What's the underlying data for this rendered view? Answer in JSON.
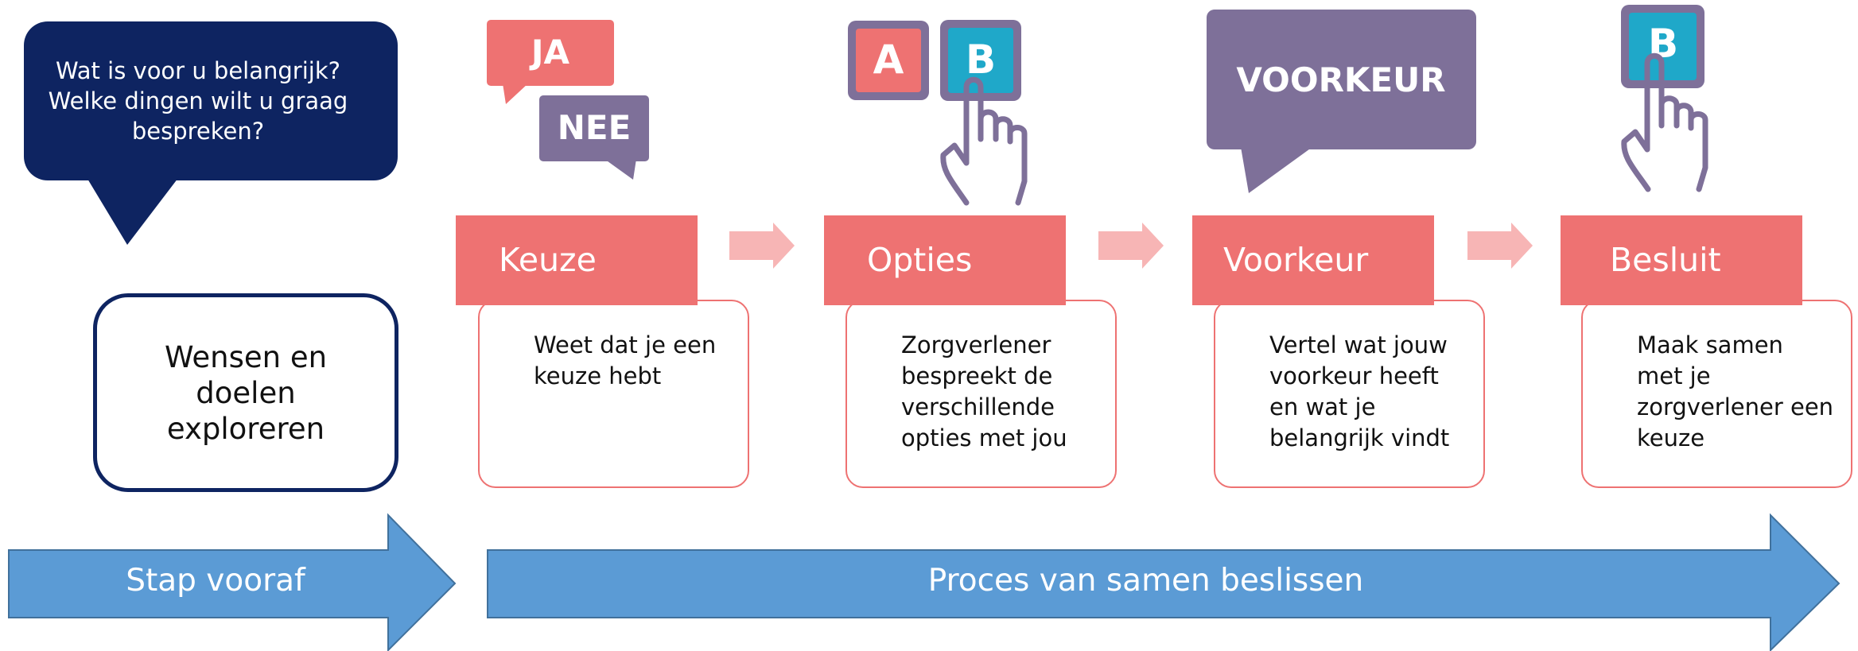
{
  "colors": {
    "navy": "#0E2461",
    "coral": "#EE7272",
    "light_arrow": "#F7B5B5",
    "purple": "#7E7099",
    "teal": "#1FA8C9",
    "blue_arrow": "#5B9BD5"
  },
  "speech_bubble": {
    "text": "Wat is voor u belangrijk? Welke dingen wilt u graag bespreken?"
  },
  "pre_step": {
    "label": "Wensen en\ndoelen\nexploreren"
  },
  "steps": [
    {
      "title": "Keuze",
      "description": "Weet dat je een keuze hebt",
      "icon": "ja-nee-speech-icon"
    },
    {
      "title": "Opties",
      "description": "Zorgverlener bespreekt de verschillende opties met jou",
      "icon": "a-b-choice-icon"
    },
    {
      "title": "Voorkeur",
      "description": "Vertel wat jouw voorkeur heeft en wat je belangrijk vindt",
      "icon": "voorkeur-speech-icon"
    },
    {
      "title": "Besluit",
      "description": "Maak samen met je zorgverlener een keuze",
      "icon": "b-select-icon"
    }
  ],
  "icons_text": {
    "ja": "JA",
    "nee": "NEE",
    "a": "A",
    "b": "B",
    "voorkeur": "VOORKEUR",
    "b_final": "B"
  },
  "bottom_arrows": {
    "pre": "Stap vooraf",
    "process": "Proces van samen beslissen"
  }
}
